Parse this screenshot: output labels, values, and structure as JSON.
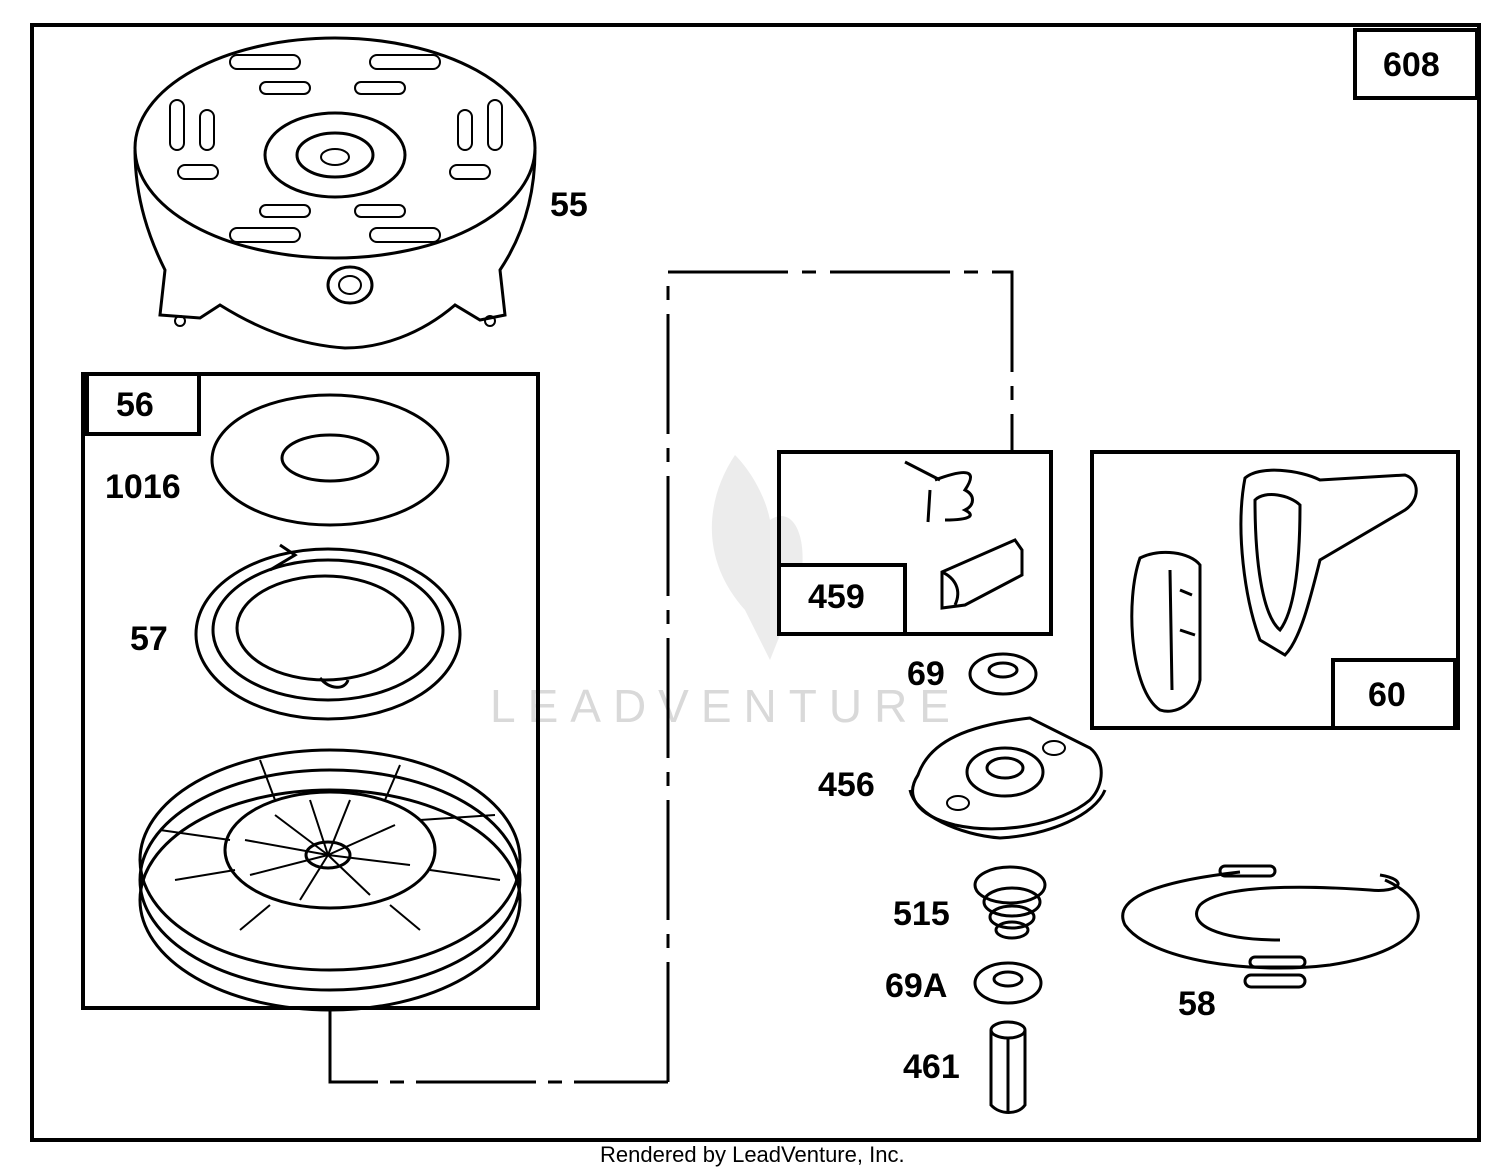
{
  "labels": {
    "assembly": "608",
    "housing": "55",
    "pulley_kit": "56",
    "washer_1016": "1016",
    "spring_57": "57",
    "pawl_kit": "459",
    "washer_69": "69",
    "retainer_456": "456",
    "spring_515": "515",
    "washer_69a": "69A",
    "pin_461": "461",
    "handle_kit": "60",
    "rope_58": "58"
  },
  "watermark": "LEADVENTURE",
  "footer": "Rendered by LeadVenture, Inc."
}
